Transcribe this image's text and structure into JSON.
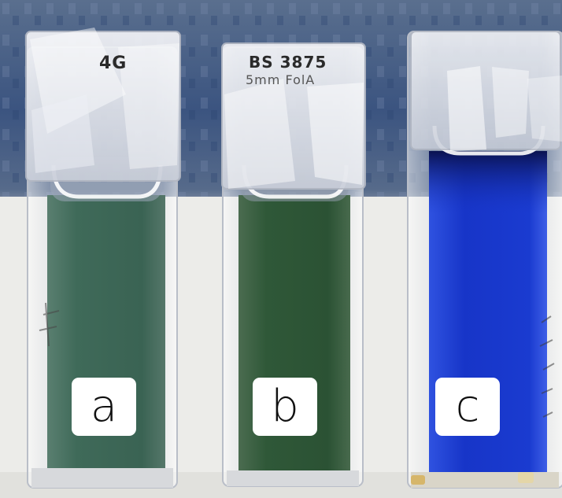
{
  "labels": {
    "a": "a",
    "b": "b",
    "c": "c"
  },
  "handwritten": {
    "left_cap": "4G",
    "middle_cap_line1": "BS 3875",
    "middle_cap_line2": "5mm FolA"
  },
  "colors": {
    "background_top": "#3f5a82",
    "background_bottom": "#e9e9e6",
    "liquid_a": "#3f6a59",
    "liquid_b": "#2f5838",
    "liquid_c": "#1735c8",
    "cap_tape": "#e6e8ee",
    "label_bg": "#ffffff",
    "label_text": "#111111"
  }
}
